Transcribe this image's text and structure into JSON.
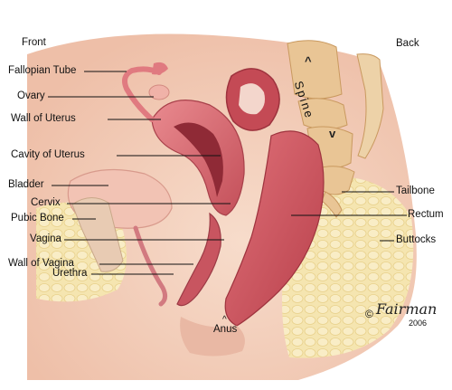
{
  "orientation": {
    "front": "Front",
    "back": "Back"
  },
  "labels": {
    "fallopian_tube": "Fallopian Tube",
    "ovary": "Ovary",
    "wall_of_uterus": "Wall of Uterus",
    "cavity_of_uterus": "Cavity of Uterus",
    "bladder": "Bladder",
    "cervix": "Cervix",
    "pubic_bone": "Pubic Bone",
    "vagina": "Vagina",
    "wall_of_vagina": "Wall of Vagina",
    "urethra": "Urethra",
    "tailbone": "Tailbone",
    "rectum": "Rectum",
    "buttocks": "Buttocks",
    "anus": "Anus",
    "spine": "Spine"
  },
  "credit": {
    "copyright": "©",
    "signature": "Fairman",
    "year": "2006"
  },
  "colors": {
    "flesh": "#f2d0bc",
    "uterus": "#d9636a",
    "uterus_dark": "#b8434d",
    "rectum": "#d35560",
    "bone": "#e6c08f",
    "fat": "#f3e2a8",
    "leader_line": "#111111"
  }
}
